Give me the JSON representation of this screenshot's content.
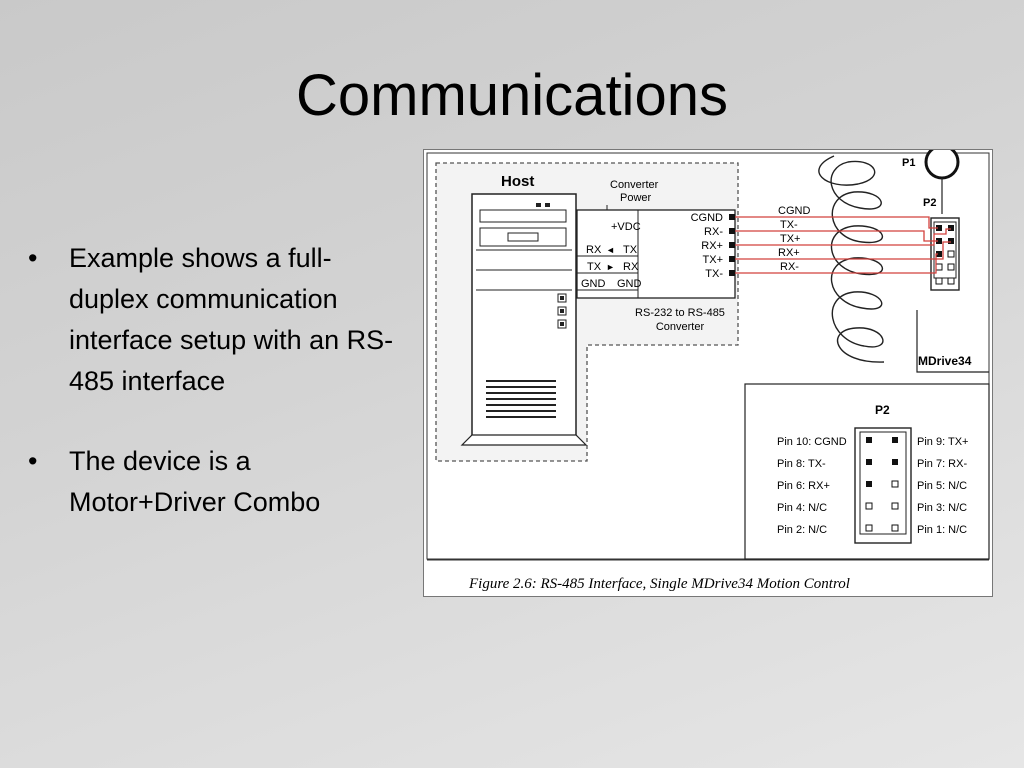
{
  "slide": {
    "title": "Communications",
    "bullets": [
      "Example shows a full-duplex communication interface setup with an RS-485 interface",
      "The device is a Motor+Driver Combo"
    ]
  },
  "figure": {
    "host_label": "Host",
    "converter_power": [
      "Converter",
      "Power"
    ],
    "vdc": "+VDC",
    "host_pins": [
      {
        "left": "RX",
        "arrow": "◄",
        "right": "TX"
      },
      {
        "left": "TX",
        "arrow": "►",
        "right": "RX"
      },
      {
        "left": "GND",
        "arrow": "",
        "right": "GND"
      }
    ],
    "converter_label": [
      "RS-232 to RS-485",
      "Converter"
    ],
    "converter_pins": [
      "CGND",
      "RX-",
      "RX+",
      "TX+",
      "TX-"
    ],
    "wire_labels": [
      "CGND",
      "TX-",
      "TX+",
      "RX+",
      "RX-"
    ],
    "p1_label": "P1",
    "p2_label": "P2",
    "mdrive_label": "MDrive34",
    "p2_detail_title": "P2",
    "p2_left_pins": [
      "Pin 10: CGND",
      "Pin 8: TX-",
      "Pin 6: RX+",
      "Pin 4: N/C",
      "Pin 2: N/C"
    ],
    "p2_right_pins": [
      "Pin 9: TX+",
      "Pin 7: RX-",
      "Pin 5: N/C",
      "Pin 3: N/C",
      "Pin 1: N/C"
    ],
    "caption": "Figure 2.6: RS-485 Interface, Single MDrive34 Motion Control",
    "wire_color": "#d2403c"
  }
}
